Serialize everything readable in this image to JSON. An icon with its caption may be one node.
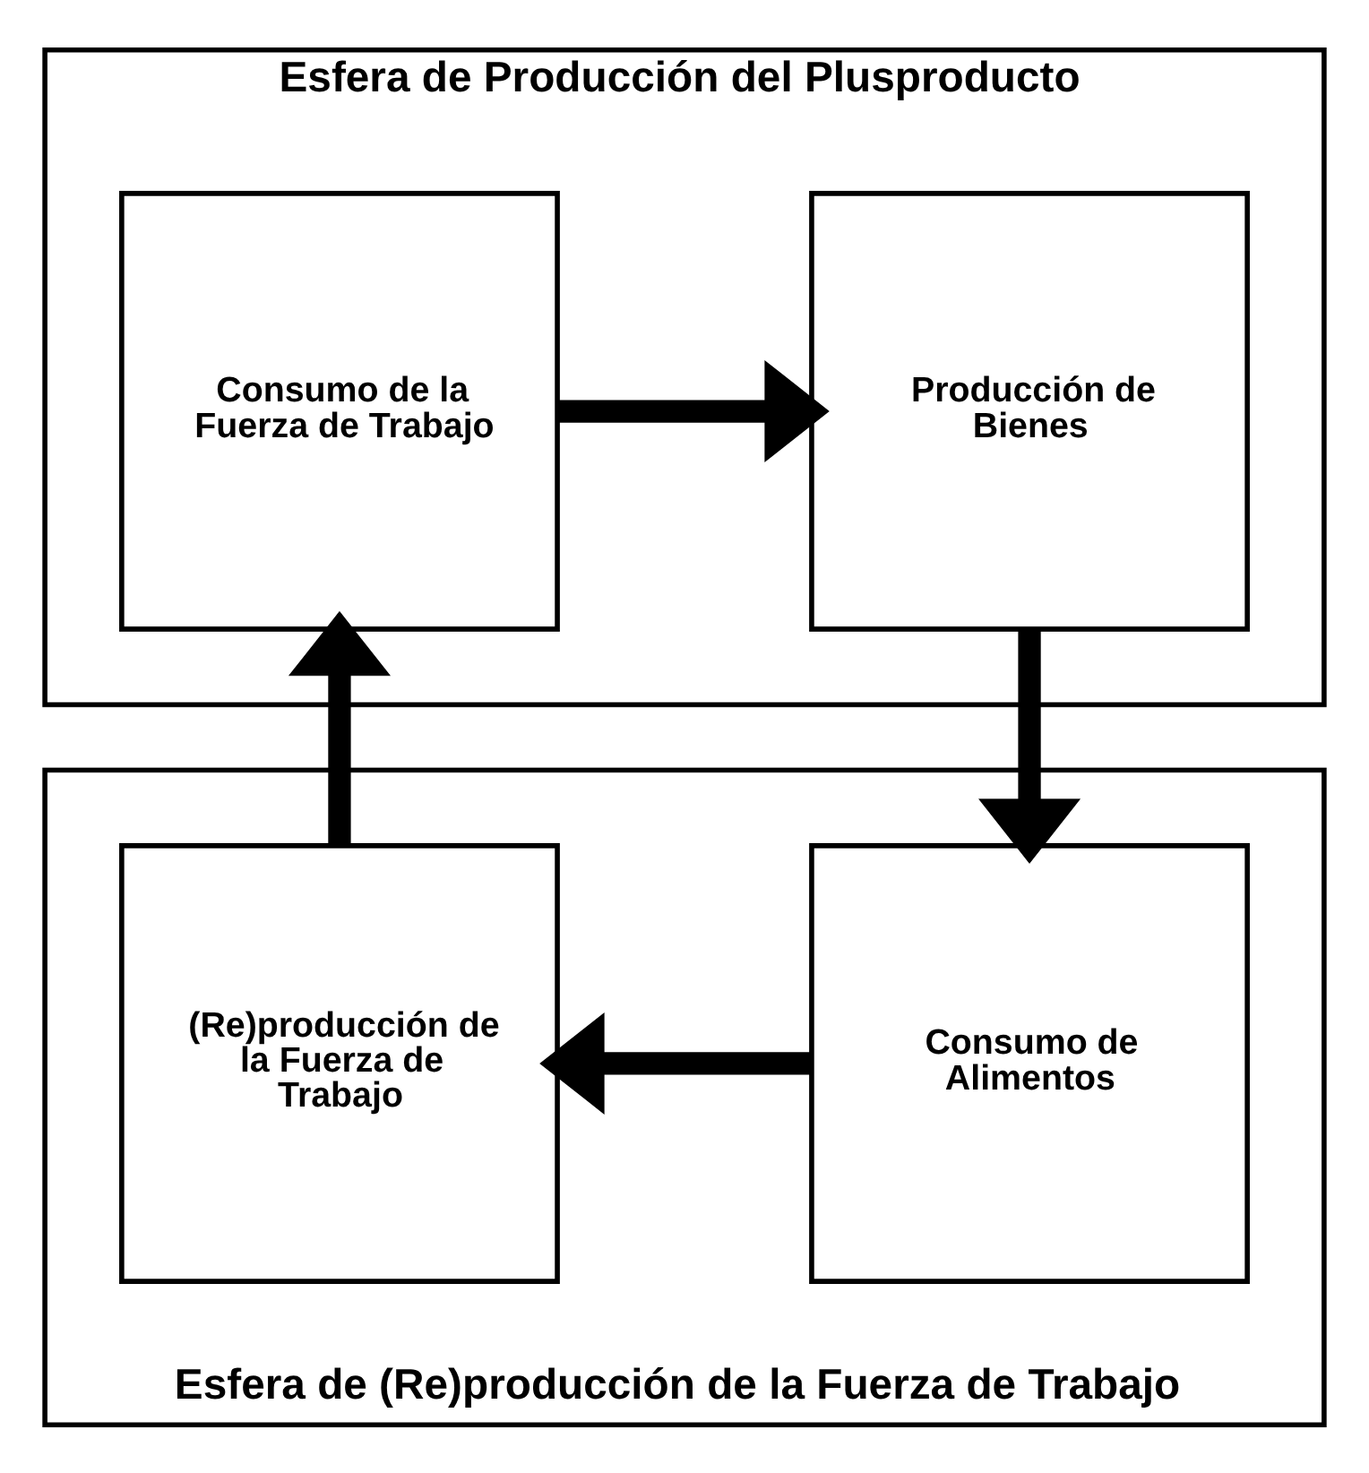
{
  "diagram": {
    "nodes": [
      {
        "text": [
          "Esfera de Producción del Plusproducto"
        ]
      },
      {
        "text": [
          "Consumo de la Fuerza de Trabajo"
        ],
        "in": 0
      },
      {
        "text": [
          "Producción de Bienes"
        ],
        "in": 0
      },
      {
        "text": [
          "Esfera de (Re)producción de la Fuerza de Trabajo"
        ]
      },
      {
        "text": [
          "(Re)producción de la Fuerza de Trabajo"
        ],
        "in": 3
      },
      {
        "text": [
          "Consumo de Alimentos"
        ],
        "in": 3
      }
    ],
    "edges": [
      {
        "from": 1,
        "to": 2,
        "arrow": "to"
      },
      {
        "from": 2,
        "to": 5,
        "arrow": "to"
      },
      {
        "from": 5,
        "to": 4,
        "arrow": "to"
      },
      {
        "from": 4,
        "to": 1,
        "arrow": "to"
      }
    ]
  }
}
